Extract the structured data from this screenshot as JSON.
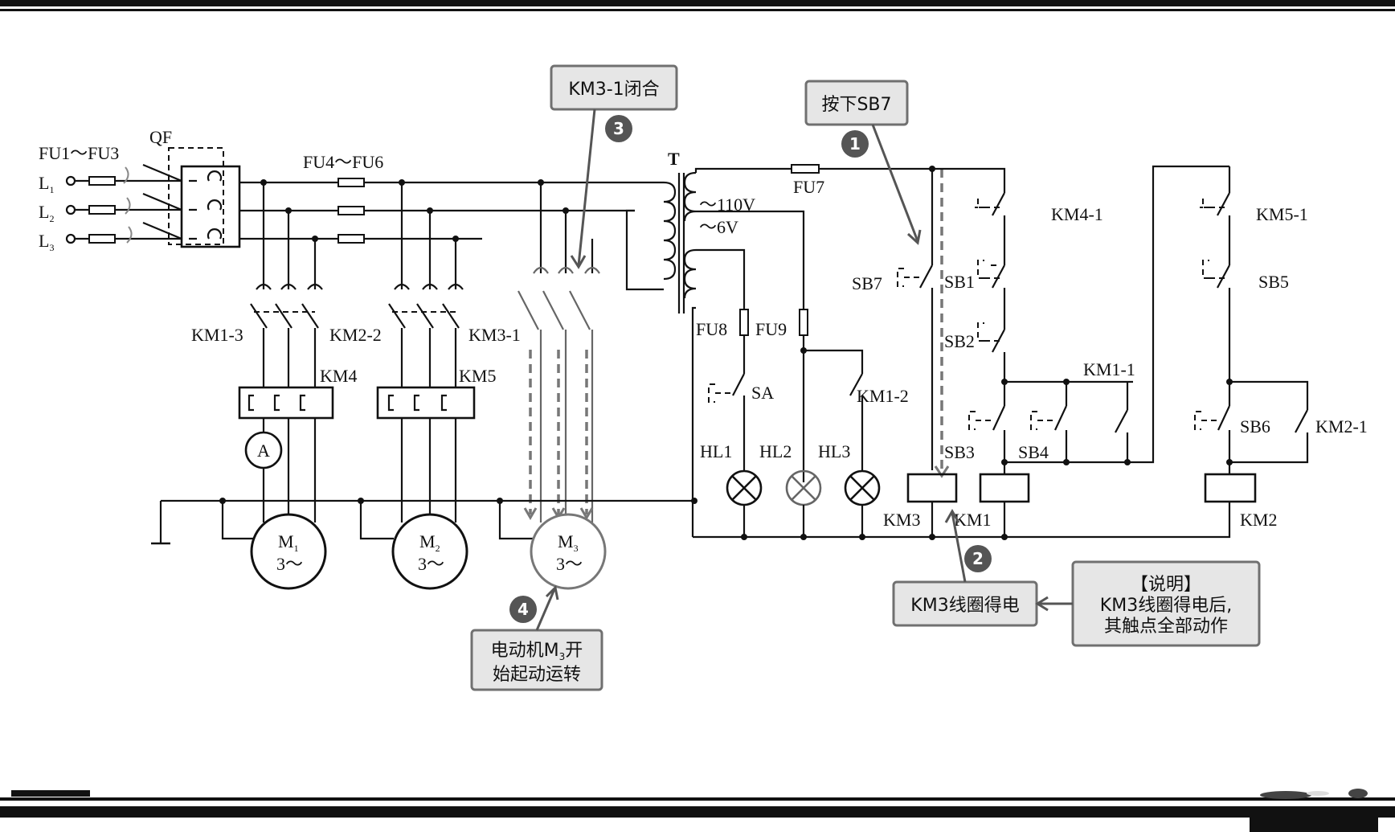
{
  "callouts": {
    "km31": "KM3-1闭合",
    "sb7": "按下SB7",
    "km3coil": "KM3线圈得电",
    "note_title": "【说明】",
    "note_line1": "KM3线圈得电后,",
    "note_line2": "其触点全部动作",
    "motor_line1": "电动机M",
    "motor_sub": "3",
    "motor_line2": "开",
    "motor_line3": "始起动运转"
  },
  "steps": [
    "1",
    "2",
    "3",
    "4"
  ],
  "labels": {
    "fu13": "FU1～FU3",
    "qf": "QF",
    "fu46": "FU4～FU6",
    "l": "L",
    "l1": "1",
    "l2": "2",
    "l3": "3",
    "t": "T",
    "v110": "～110V",
    "v6": "～6V",
    "fu7": "FU7",
    "fu8": "FU8",
    "fu9": "FU9",
    "km13": "KM1-3",
    "km22": "KM2-2",
    "km31c": "KM3-1",
    "km4": "KM4",
    "km5": "KM5",
    "a": "A",
    "m": "M",
    "m1": "1",
    "m2": "2",
    "m3": "3",
    "phase": "3～",
    "sa": "SA",
    "km12": "KM1-2",
    "hl1": "HL1",
    "hl2": "HL2",
    "hl3": "HL3",
    "sb7c": "SB7",
    "sb1": "SB1",
    "sb2": "SB2",
    "sb3": "SB3",
    "sb4": "SB4",
    "sb5": "SB5",
    "sb6": "SB6",
    "km41": "KM4-1",
    "km51": "KM5-1",
    "km11": "KM1-1",
    "km21": "KM2-1",
    "km3": "KM3",
    "km1": "KM1",
    "km2": "KM2"
  }
}
